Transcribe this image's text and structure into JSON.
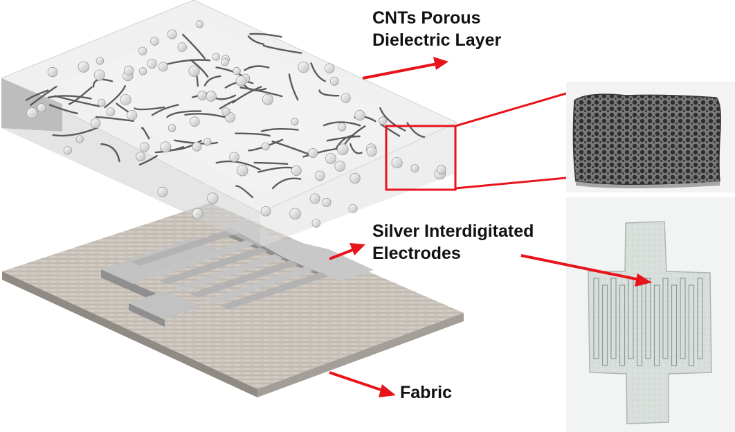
{
  "labels": {
    "dielectric_line1": "CNTs Porous",
    "dielectric_line2": "Dielectric Layer",
    "electrodes_line1": "Silver Interdigitated",
    "electrodes_line2": "Electrodes",
    "fabric": "Fabric"
  },
  "colors": {
    "arrow": "#e8141b",
    "electrode": "#bdbdbd",
    "fabric": "#c9c2ba",
    "dielectric": "#e4e4e4",
    "cnt": "#5a5a5a"
  },
  "icons": {
    "arrow": "arrow-right-icon",
    "sphere": "sphere-icon"
  }
}
